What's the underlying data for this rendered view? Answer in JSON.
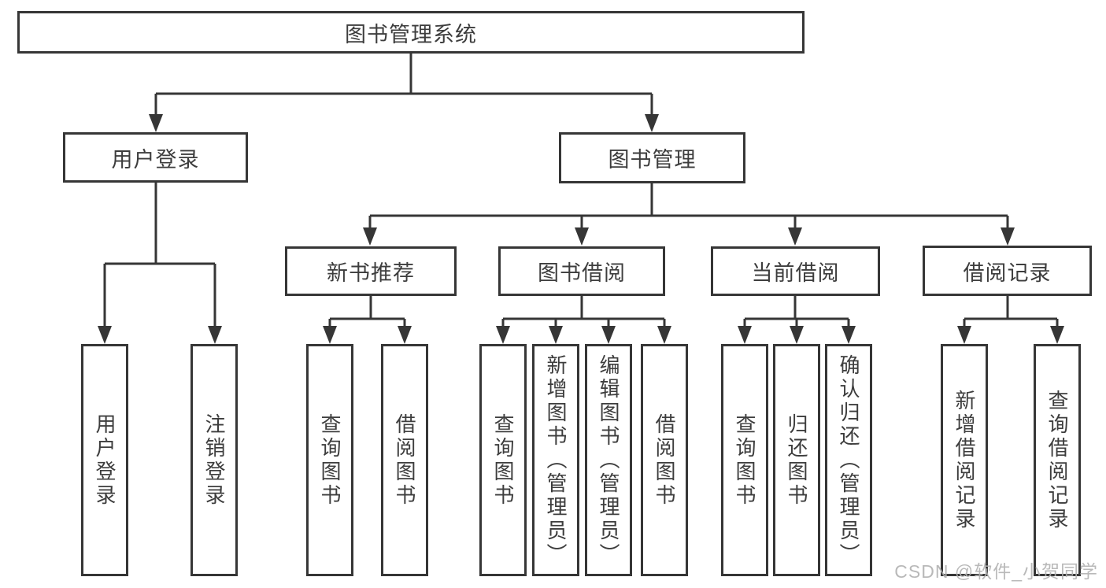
{
  "title": "图书管理系统",
  "watermark": "CSDN @软件_小贺同学",
  "colors": {
    "line": "#363636",
    "text": "#3d3d3d",
    "watermark": "#b2b2b2",
    "background": "#ffffff"
  },
  "nodes": {
    "user_login": "用户登录",
    "book_mgmt": "图书管理",
    "new_book_rec": "新书推荐",
    "book_borrow": "图书借阅",
    "current_borrow": "当前借阅",
    "borrow_record": "借阅记录"
  },
  "leaves": {
    "user_login": [
      "用户登录",
      "注销登录"
    ],
    "new_book_rec": [
      "查询图书",
      "借阅图书"
    ],
    "book_borrow": [
      "查询图书",
      "新增图书（管理员）",
      "编辑图书（管理员）",
      "借阅图书"
    ],
    "current_borrow": [
      "查询图书",
      "归还图书",
      "确认归还（管理员）"
    ],
    "borrow_record": [
      "新增借阅记录",
      "查询借阅记录"
    ]
  }
}
